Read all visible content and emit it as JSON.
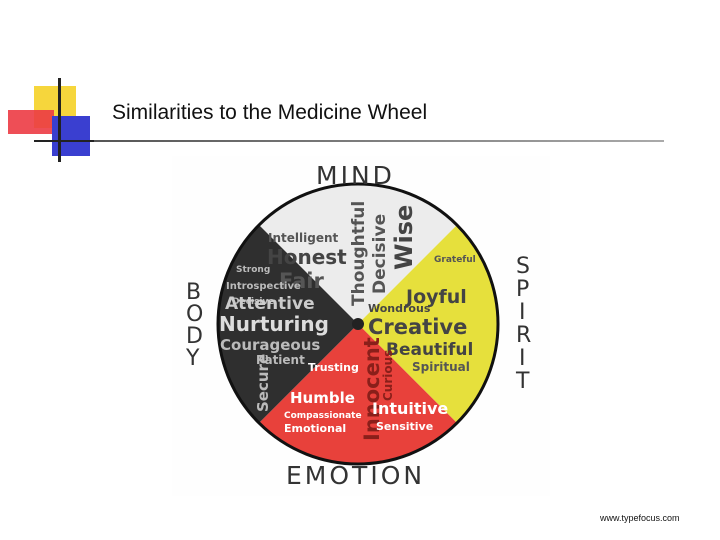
{
  "slide": {
    "title": "Similarities to the Medicine Wheel",
    "footer": "www.typefocus.com"
  },
  "wheel": {
    "labels": {
      "top": "MIND",
      "bottom": "EMOTION",
      "left_letters": [
        "B",
        "O",
        "D",
        "Y"
      ],
      "right_letters": [
        "S",
        "P",
        "I",
        "R",
        "I",
        "T"
      ]
    },
    "quadrant_colors": {
      "mind": "#ececec",
      "spirit": "#e6e03c",
      "emotion": "#e8413b",
      "body": "#2f2f2f"
    },
    "words": {
      "mind": [
        "Honest",
        "Fair",
        "Thoughtful",
        "Decisive",
        "Wise",
        "Intelligent"
      ],
      "spirit": [
        "Joyful",
        "Creative",
        "Beautiful",
        "Spiritual",
        "Grateful",
        "Wondrous"
      ],
      "emotion": [
        "Innocent",
        "Humble",
        "Intuitive",
        "Sensitive",
        "Emotional",
        "Compassionate",
        "Trusting",
        "Curious"
      ],
      "body": [
        "Attentive",
        "Nurturing",
        "Courageous",
        "Patient",
        "Introspective",
        "Strong",
        "Secure",
        "Decisive"
      ]
    }
  }
}
